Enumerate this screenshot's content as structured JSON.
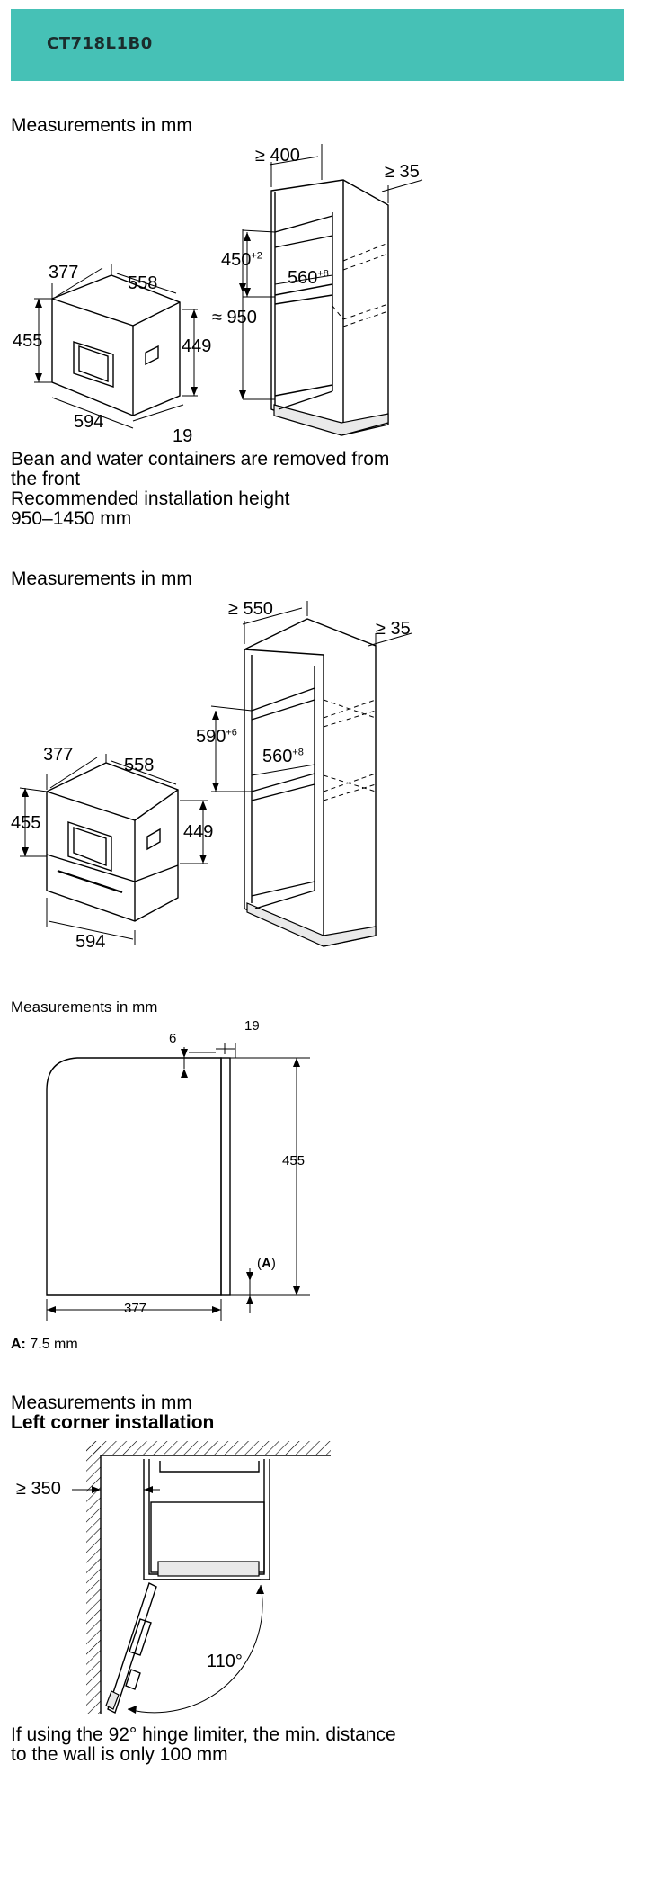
{
  "header": {
    "title": "CT718L1B0",
    "bar_color": "#46c1b6"
  },
  "section1": {
    "heading": "Measurements in mm",
    "dims": {
      "width_top": "≥ 400",
      "gap_right": "≥ 35",
      "niche_h": "450",
      "niche_h_tol": "+2",
      "niche_d": "560",
      "niche_d_tol": "+8",
      "height_total": "≈ 950",
      "dev_depth_top": "377",
      "dev_width_top": "558",
      "dev_height": "455",
      "dev_body_h": "449",
      "dev_width": "594",
      "dev_front": "19"
    },
    "note_lines": [
      "Bean and water containers are removed from",
      "the front",
      "Recommended installation height",
      "950–1450 mm"
    ]
  },
  "section2": {
    "heading": "Measurements in mm",
    "dims": {
      "width_top": "≥ 550",
      "gap_right": "≥ 35",
      "niche_h": "590",
      "niche_h_tol": "+6",
      "niche_d": "560",
      "niche_d_tol": "+8",
      "dev_depth_top": "377",
      "dev_width_top": "558",
      "dev_height": "455",
      "dev_body_h": "449",
      "dev_width": "594"
    }
  },
  "section3": {
    "heading": "Measurements in mm",
    "dims": {
      "top_offset": "6",
      "front_thick": "19",
      "height": "455",
      "depth": "377",
      "label_a_open": "(",
      "label_a": "A",
      "label_a_close": ")"
    },
    "footnote_key": "A:",
    "footnote_value": "7.5 mm"
  },
  "section4": {
    "heading": "Measurements in mm",
    "subheading": "Left corner installation",
    "dims": {
      "wall_gap": "≥ 350",
      "angle": "110°"
    },
    "note_lines": [
      "If using the 92° hinge limiter, the min. distance",
      "to the wall is only 100 mm"
    ]
  }
}
